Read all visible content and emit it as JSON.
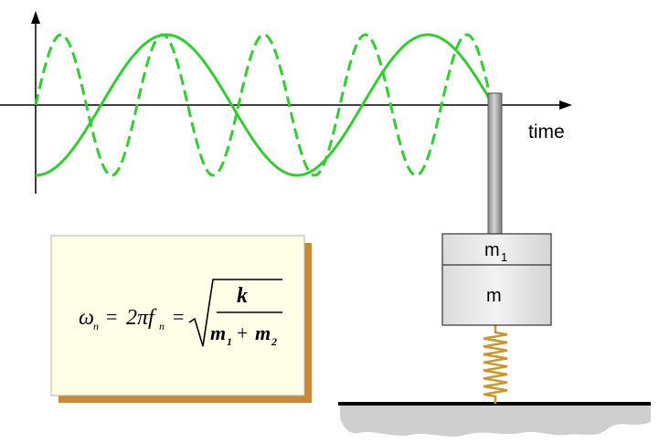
{
  "axis": {
    "x_label": "time"
  },
  "mass_block": {
    "upper_label_base": "m",
    "upper_label_sub": "1",
    "lower_label": "m"
  },
  "formula": {
    "omega": "ω",
    "omega_sub": "n",
    "eq1": "=",
    "two_pi_f": "2πf",
    "f_sub": "n",
    "eq2": "=",
    "numerator": "k",
    "m1_base": "m",
    "m1_sub": "1",
    "plus": "+",
    "m2_base": "m",
    "m2_sub": "2"
  },
  "colors": {
    "wave": "#33cc33",
    "spring": "#c89632",
    "formula_bg": "#ffffe8",
    "formula_shadow": "#c68a3a",
    "block_fill": "#e6e6e6",
    "rod_fill": "#b0b0b0",
    "ground_shadow": "#cfcfcf"
  }
}
